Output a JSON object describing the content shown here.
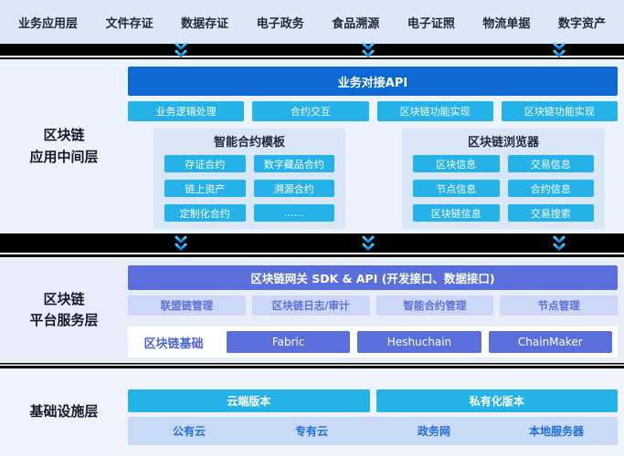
{
  "top_tabs": [
    "业务应用层",
    "文件存证",
    "数据存证",
    "电子政务",
    "食品溯源",
    "电子证照",
    "物流单据",
    "数字资产"
  ],
  "middleware": {
    "label": "区块链\n应用中间层",
    "api_bar": "业务对接API",
    "functions": [
      "业务逻辑处理",
      "合约交互",
      "区块链功能实现",
      "区块链功能实现"
    ],
    "contracts_panel": {
      "title": "智能合约模板",
      "items": [
        "存证合约",
        "数字藏品合约",
        "链上资产",
        "溯源合约",
        "定制化合约",
        "……"
      ]
    },
    "explorer_panel": {
      "title": "区块链浏览器",
      "items": [
        "区块信息",
        "交易信息",
        "节点信息",
        "合约信息",
        "区块链信息",
        "交易搜索"
      ]
    }
  },
  "platform": {
    "label": "区块链\n平台服务层",
    "gateway_bar": "区块链网关 SDK & API (开发接口、数据接口)",
    "managements": [
      "联盟链管理",
      "区块链日志/审计",
      "智能合约管理",
      "节点管理"
    ],
    "base_label": "区块链基础",
    "chains": [
      "Fabric",
      "Heshuchain",
      "ChainMaker"
    ]
  },
  "infrastructure": {
    "label": "基础设施层",
    "versions": [
      "云端版本",
      "私有化版本"
    ],
    "environments": [
      "公有云",
      "专有云",
      "政务网",
      "本地服务器"
    ]
  },
  "icons": {
    "separator_arrow": "flow-down-double-chevron"
  },
  "colors": {
    "tabbar_bg": "#dce8f7",
    "section_bg_light": "#edf3fc",
    "section_bg_lavender": "#e9edf9",
    "separator": "#000000",
    "api_blue": "#0c69d4",
    "cyan": "#25b2e8",
    "panel_bg": "#d8e6f8",
    "periwinkle": "#5a6fdc",
    "chip_bg": "#ccd7f6",
    "env_bar_bg": "#c9daf7",
    "env_text": "#1e6ed8",
    "dark_text": "#1c2a3a"
  }
}
